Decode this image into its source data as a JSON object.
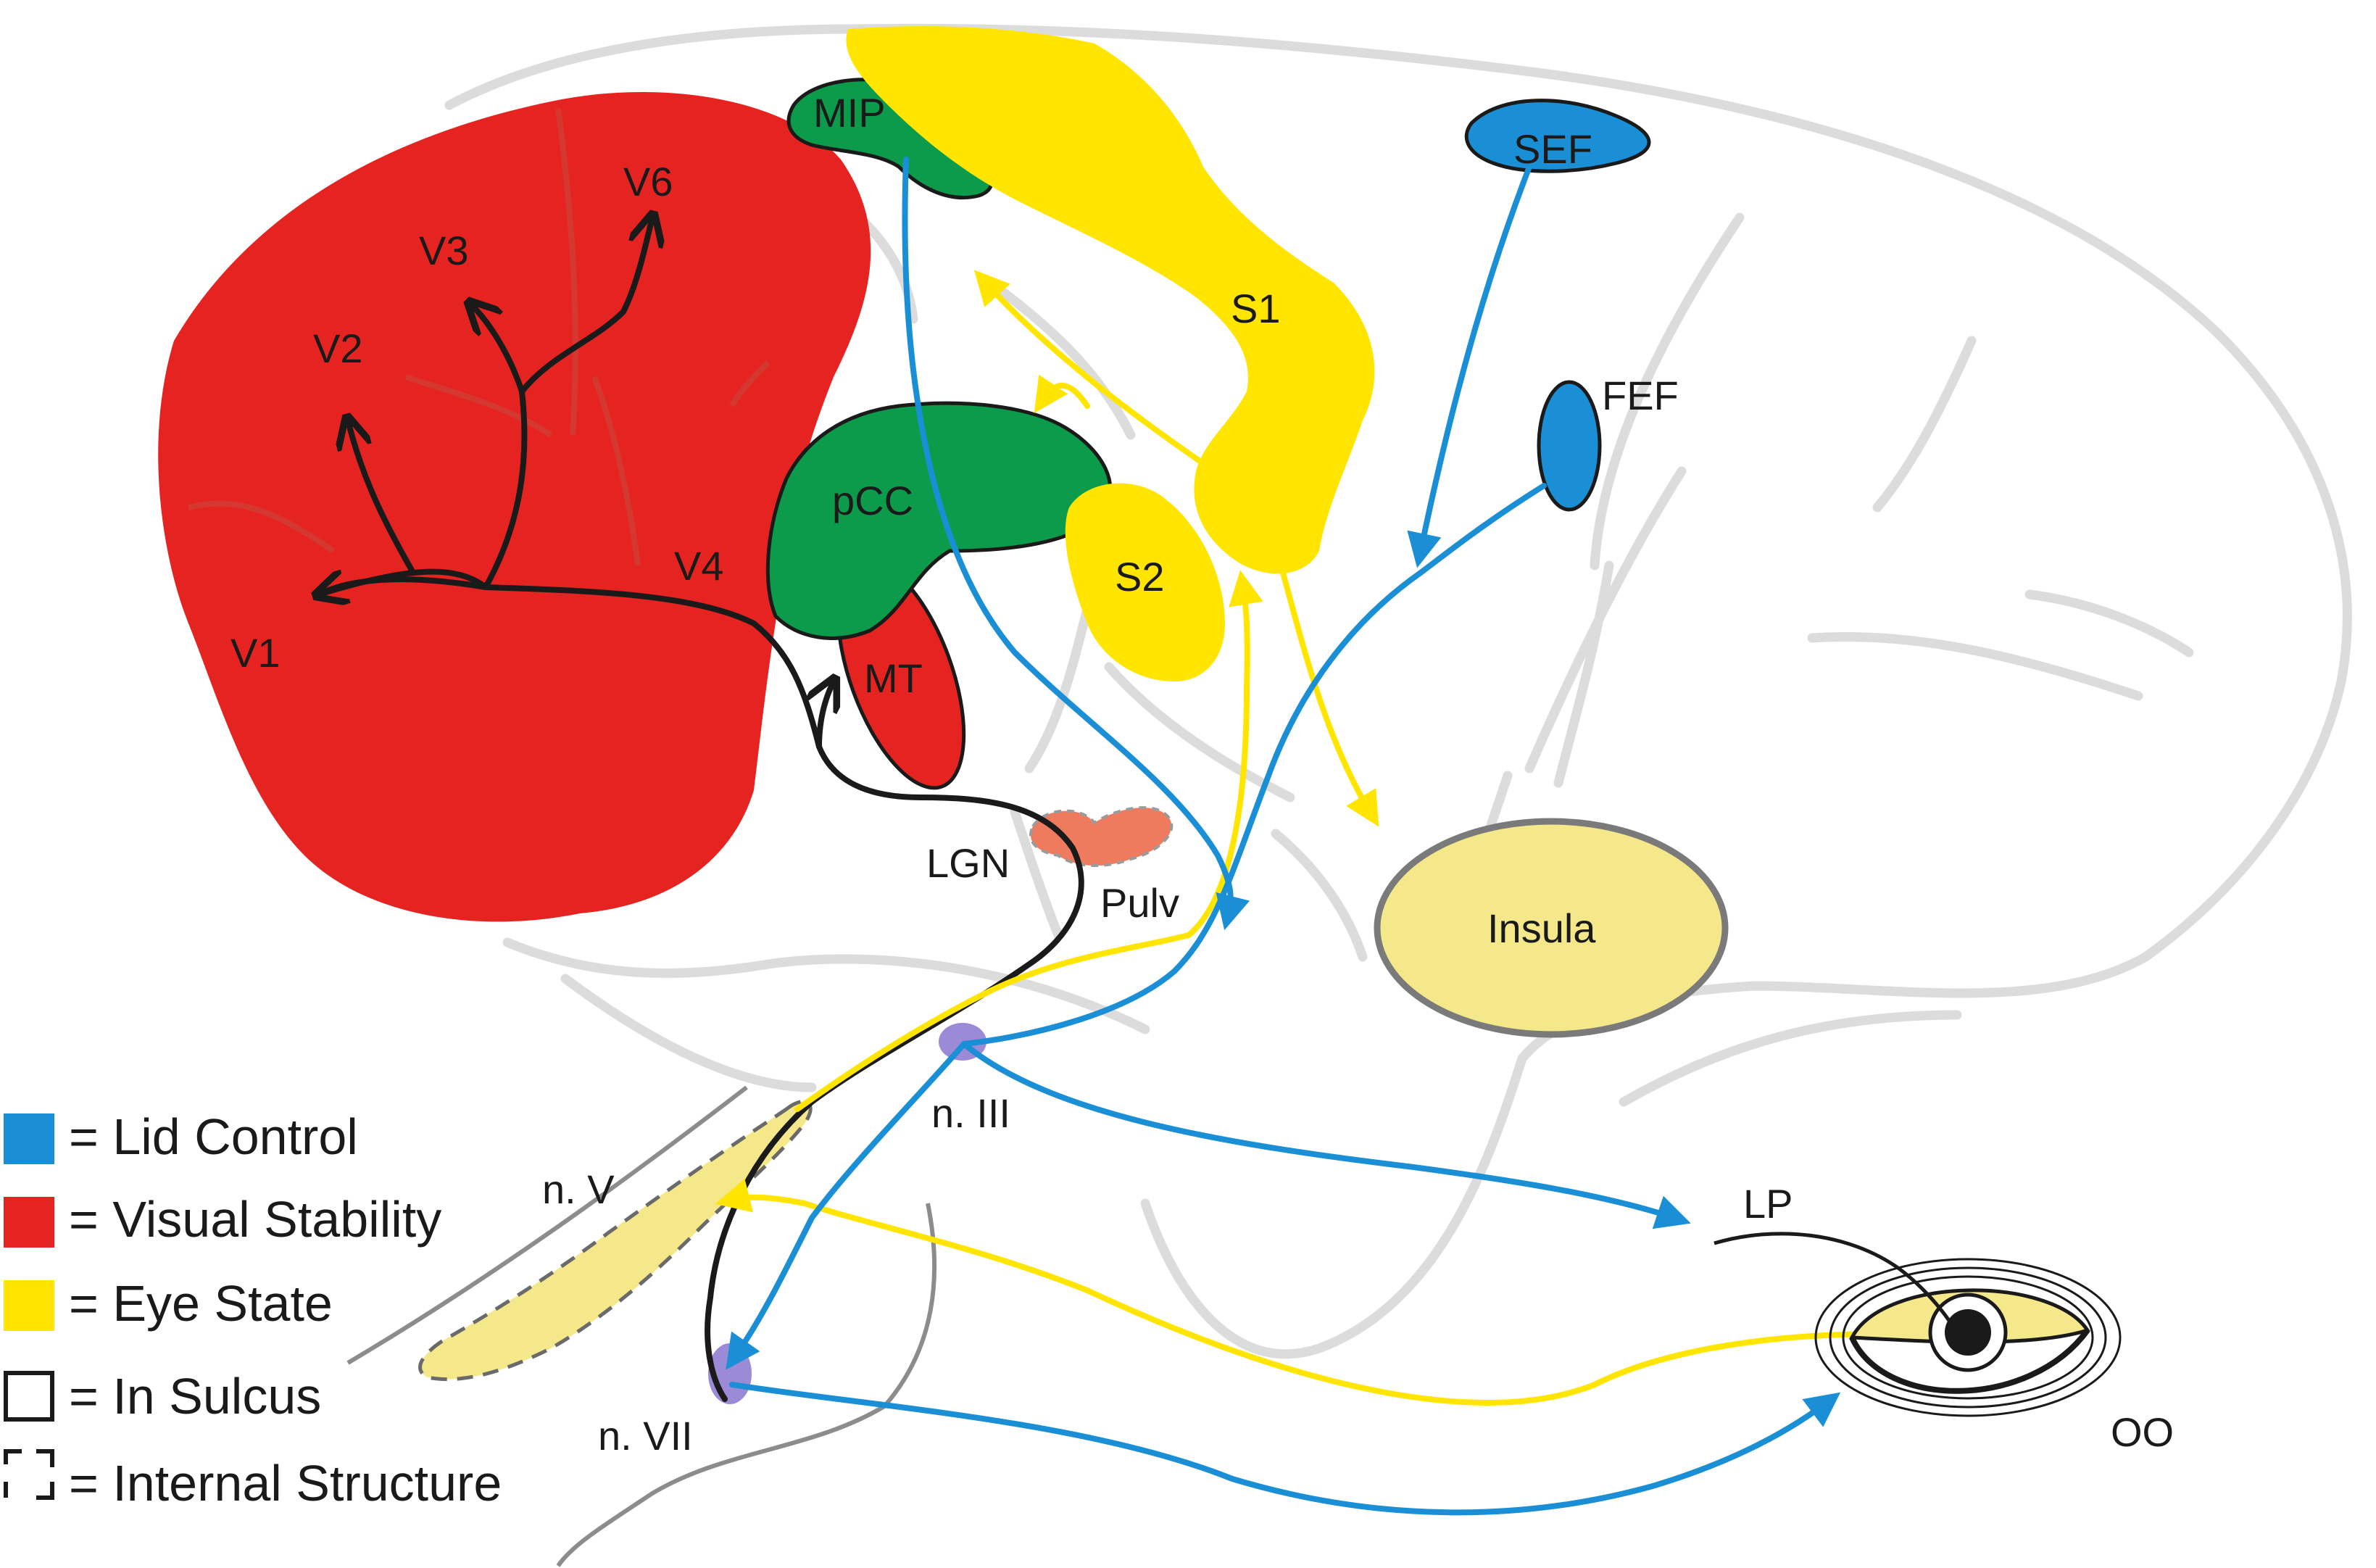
{
  "colors": {
    "lid_control": "#1b8fd6",
    "visual_stability": "#e52421",
    "eye_state": "#ffe500",
    "green_regions": "#0c9a4b",
    "thalamus": "#ef7b5f",
    "nucleus": "#9b8ad6",
    "brain_outline": "#dddddd",
    "pathway_black": "#1a1a1a"
  },
  "regions": {
    "v1": "V1",
    "v2": "V2",
    "v3": "V3",
    "v4": "V4",
    "v6": "V6",
    "mip": "MIP",
    "pcc": "pCC",
    "mt": "MT",
    "s1": "S1",
    "s2": "S2",
    "sef": "SEF",
    "fef": "FEF",
    "insula": "Insula",
    "lgn": "LGN",
    "pulv": "Pulv",
    "n3": "n. III",
    "n5": "n. V",
    "n7": "n. VII",
    "lp": "LP",
    "oo": "OO"
  },
  "legend": [
    {
      "marker": "blue",
      "text": "= Lid Control"
    },
    {
      "marker": "red",
      "text": "= Visual Stability"
    },
    {
      "marker": "yellow",
      "text": "= Eye State"
    },
    {
      "marker": "square",
      "text": "= In Sulcus"
    },
    {
      "marker": "dashed",
      "text": "= Internal Structure"
    }
  ]
}
